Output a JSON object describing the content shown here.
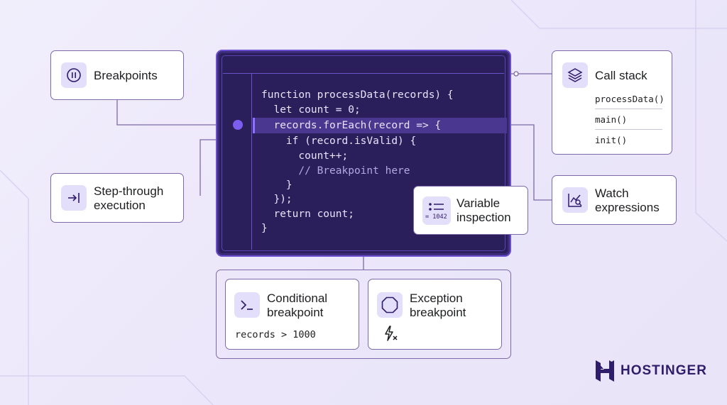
{
  "features": {
    "breakpoints": "Breakpoints",
    "step_through": [
      "Step-through",
      "execution"
    ],
    "call_stack": "Call stack",
    "watch": [
      "Watch",
      "expressions"
    ],
    "variable_inspection": [
      "Variable",
      "inspection"
    ],
    "variable_value": "= 1042",
    "conditional": [
      "Conditional",
      "breakpoint"
    ],
    "conditional_expr": "records > 1000",
    "exception": [
      "Exception",
      "breakpoint"
    ]
  },
  "call_stack_frames": [
    "processData()",
    "main()",
    "init()"
  ],
  "code": [
    "function processData(records) {",
    "  let count = 0;",
    "  records.forEach(record => {",
    "    if (record.isValid) {",
    "      count++;",
    "      // Breakpoint here",
    "    }",
    "  });",
    "  return count;",
    "}"
  ],
  "brand": "HOSTINGER",
  "colors": {
    "background": "#efebfb",
    "editor_bg": "#2a1f5a",
    "accent": "#7d5cf0",
    "card_border": "#7e6aa8",
    "icon_bg": "#e3defa",
    "brand": "#2f1c6a"
  },
  "icons": [
    "pause-icon",
    "step-into-icon",
    "layers-icon",
    "chart-search-icon",
    "list-icon",
    "terminal-icon",
    "octagon-icon",
    "lightning-x-icon",
    "hostinger-logo-icon"
  ]
}
